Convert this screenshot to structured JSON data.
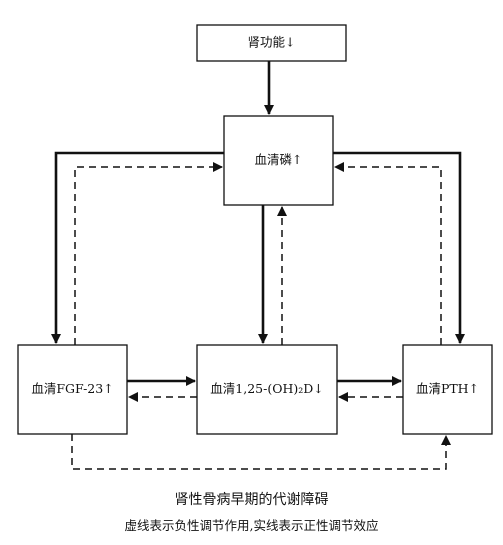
{
  "nodes": {
    "kidney": {
      "label": "肾功能↓"
    },
    "phosphate": {
      "label": "血清磷↑"
    },
    "fgf23": {
      "label": "血清FGF-23↑"
    },
    "vitd": {
      "label": "血清1,25-(OH)₂D↓"
    },
    "pth": {
      "label": "血清PTH↑"
    }
  },
  "legend": {
    "dashed": "negative regulation",
    "solid": "positive regulation"
  },
  "caption": {
    "title": "肾性骨病早期的代谢障碍",
    "note": "虚线表示负性调节作用,实线表示正性调节效应"
  }
}
